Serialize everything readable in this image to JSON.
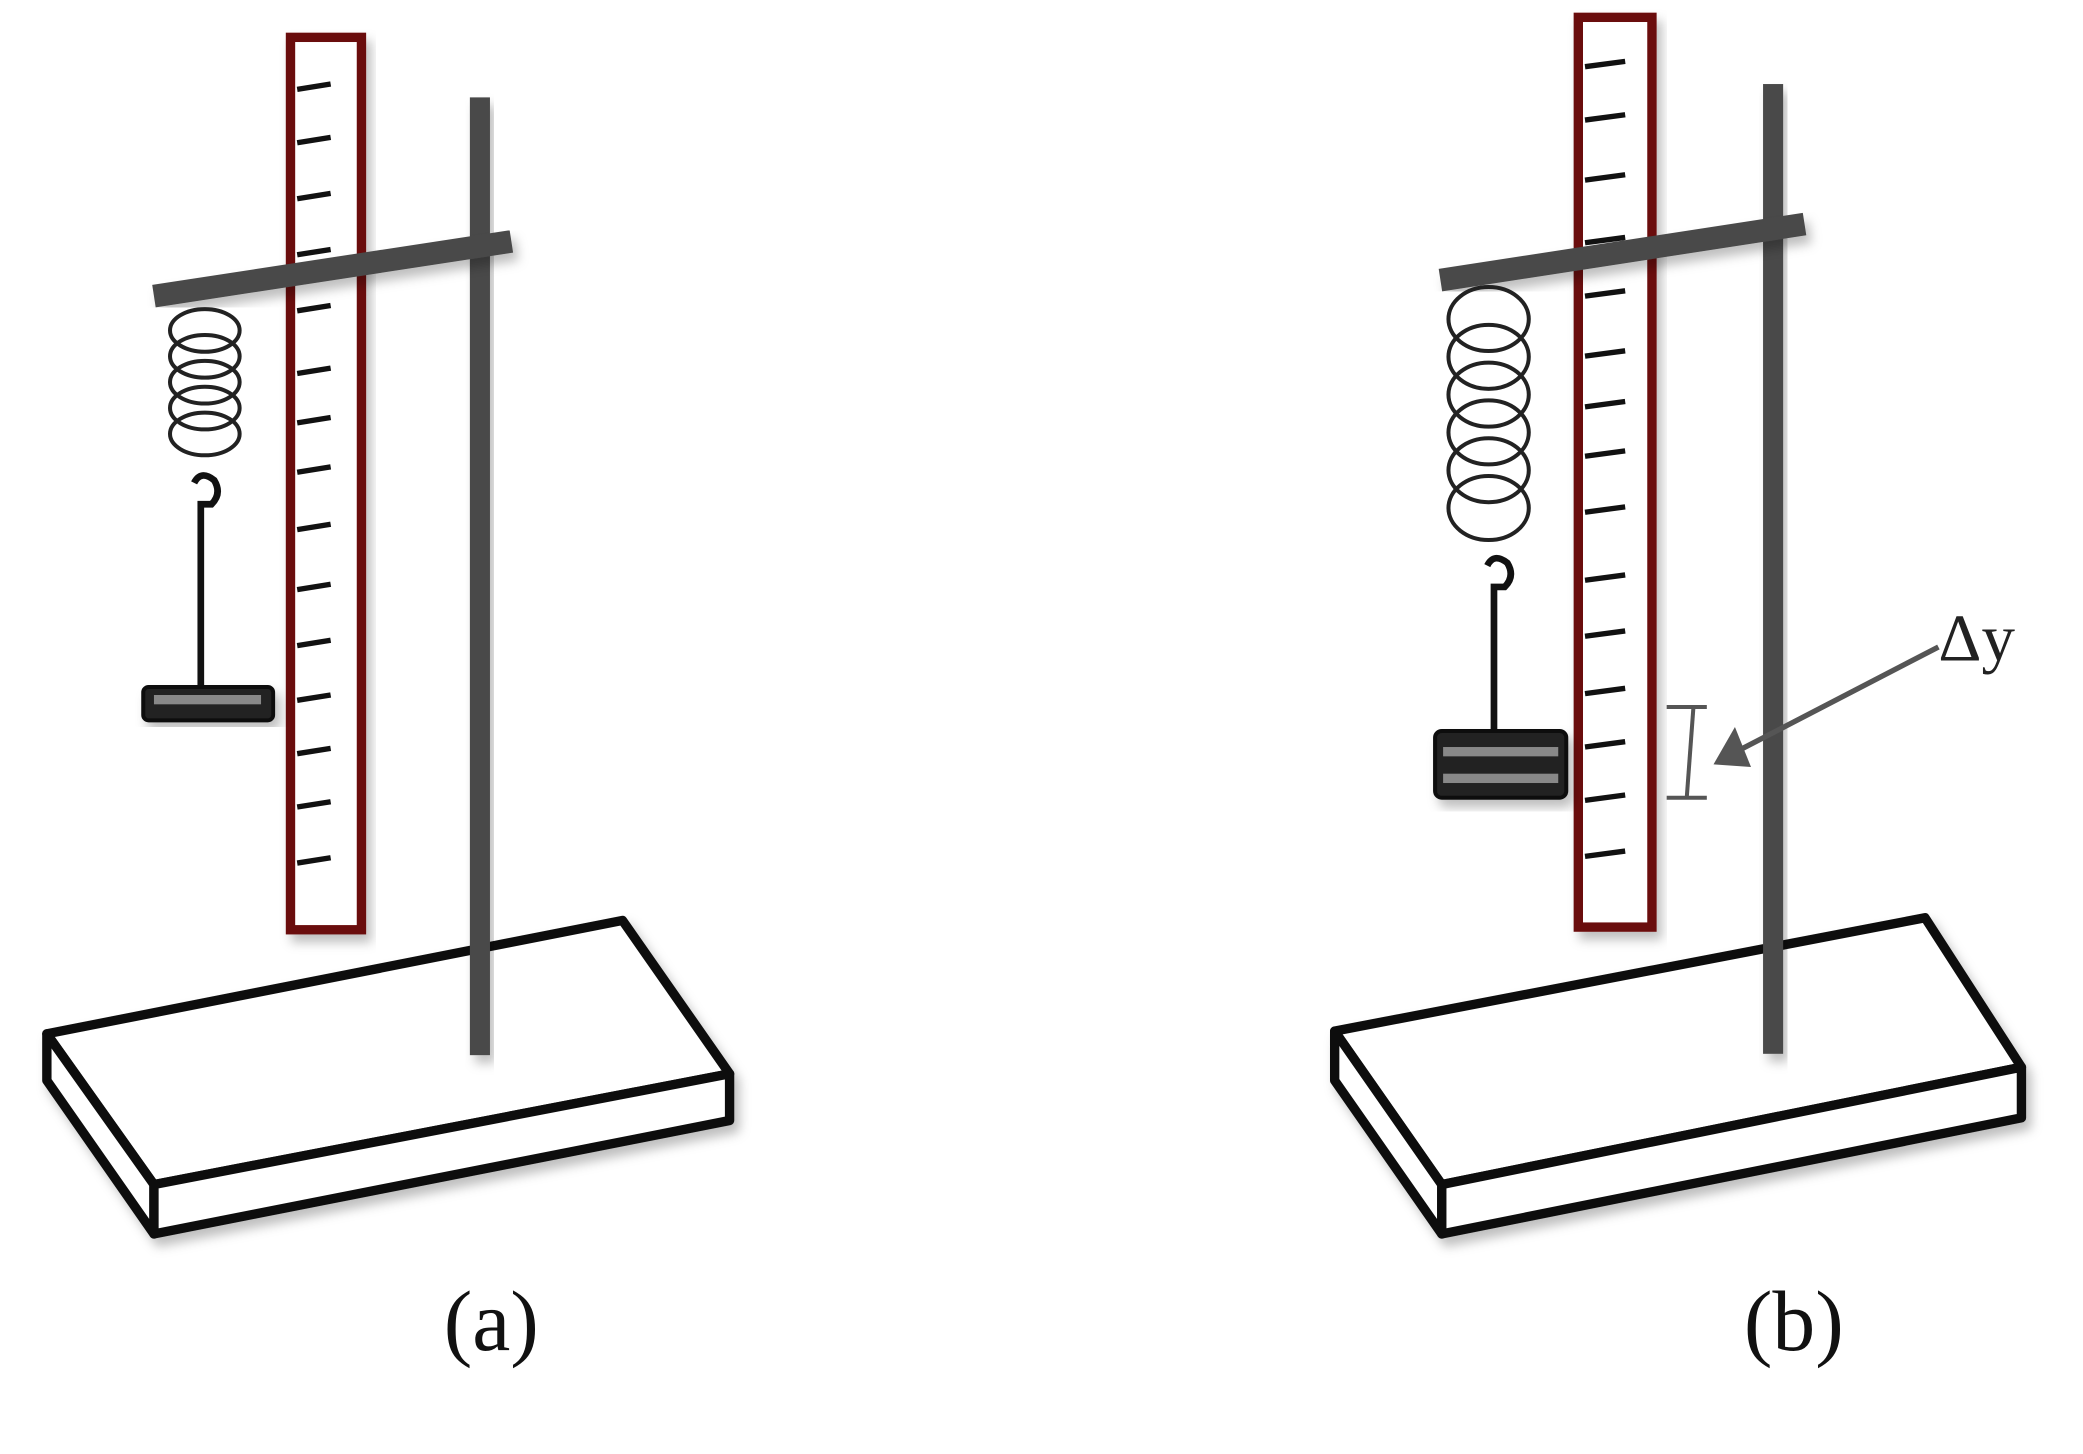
{
  "panels": [
    {
      "label": "(a)",
      "description_state": "unstretched"
    },
    {
      "label": "(b)",
      "description_state": "stretched",
      "annotation": "Δy"
    }
  ],
  "colors": {
    "ruler_border": "#6b0a0a",
    "stand": "#4a4a4a",
    "outline": "#111111"
  }
}
